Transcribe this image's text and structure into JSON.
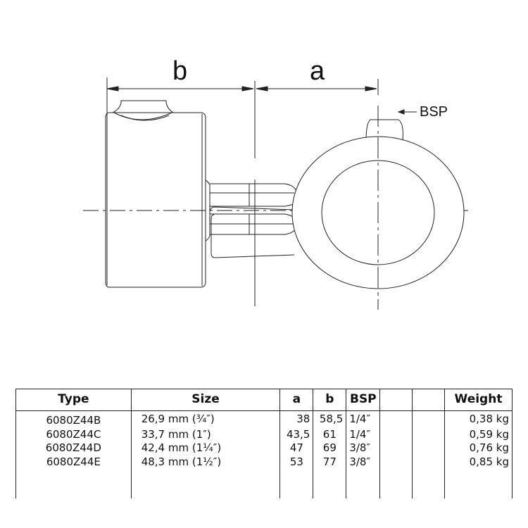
{
  "drawing": {
    "dim_b_label": "b",
    "dim_a_label": "a",
    "bsp_label": "BSP"
  },
  "table": {
    "headers": [
      "Type",
      "Size",
      "a",
      "b",
      "BSP",
      "",
      "",
      "Weight"
    ],
    "rows": [
      {
        "type": "6080Z44B",
        "size": "26,9 mm (¾″)",
        "a": "38",
        "b": "58,5",
        "bsp": "1/4″",
        "weight": "0,38 kg"
      },
      {
        "type": "6080Z44C",
        "size": "33,7 mm (1″)",
        "a": "43,5",
        "b": "61",
        "bsp": "1/4″",
        "weight": "0,59 kg"
      },
      {
        "type": "6080Z44D",
        "size": "42,4 mm (1¼″)",
        "a": "47",
        "b": "69",
        "bsp": "3/8″",
        "weight": "0,76 kg"
      },
      {
        "type": "6080Z44E",
        "size": "48,3 mm (1½″)",
        "a": "53",
        "b": "77",
        "bsp": "3/8″",
        "weight": "0,85 kg"
      }
    ]
  }
}
